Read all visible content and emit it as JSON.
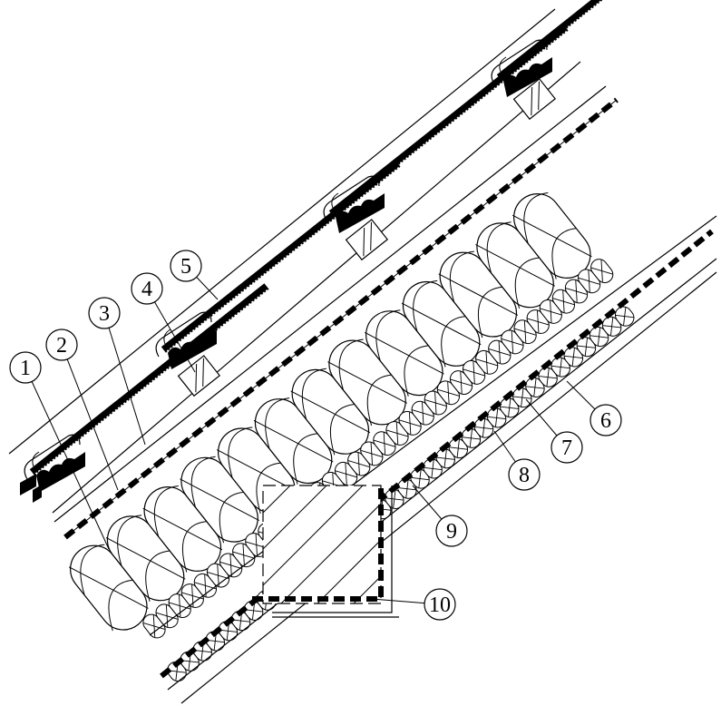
{
  "diagram": {
    "callouts": [
      {
        "id": "c1",
        "label": "1"
      },
      {
        "id": "c2",
        "label": "2"
      },
      {
        "id": "c3",
        "label": "3"
      },
      {
        "id": "c4",
        "label": "4"
      },
      {
        "id": "c5",
        "label": "5"
      },
      {
        "id": "c6",
        "label": "6"
      },
      {
        "id": "c7",
        "label": "7"
      },
      {
        "id": "c8",
        "label": "8"
      },
      {
        "id": "c9",
        "label": "9"
      },
      {
        "id": "c10",
        "label": "10"
      }
    ],
    "colors": {
      "line": "#000000",
      "background": "#ffffff"
    }
  }
}
